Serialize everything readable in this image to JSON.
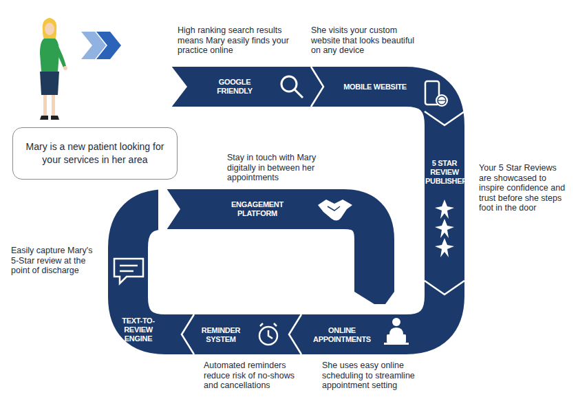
{
  "diagram": {
    "nodes": [
      {
        "text": [
          "Mary is a new patient looking for your services in her area"
        ]
      },
      {
        "text": [
          "GOOGLE FRIENDLY"
        ]
      },
      {
        "text": [
          "MOBILE WEBSITE"
        ]
      },
      {
        "text": [
          "5 STAR REVIEW PUBLISHER"
        ]
      },
      {
        "text": [
          "ONLINE APPOINTMENTS"
        ]
      },
      {
        "text": [
          "REMINDER SYSTEM"
        ]
      },
      {
        "text": [
          "TEXT-TO-REVIEW ENGINE"
        ]
      },
      {
        "text": [
          "ENGAGEMENT PLATFORM"
        ]
      }
    ],
    "labels": [
      "High ranking search results means Mary easily finds your practice online",
      "She visits your custom website that looks beautiful on any device",
      "Your 5 Star Reviews are showcased to inspire confidence and trust before she steps foot in the door",
      "Stay in touch with Mary digitally in between her appointments",
      "Easily capture Mary's 5-Star review at the point of discharge",
      "Automated reminders reduce risk of no-shows and cancellations",
      "She uses easy online scheduling to streamline appointment setting"
    ]
  }
}
